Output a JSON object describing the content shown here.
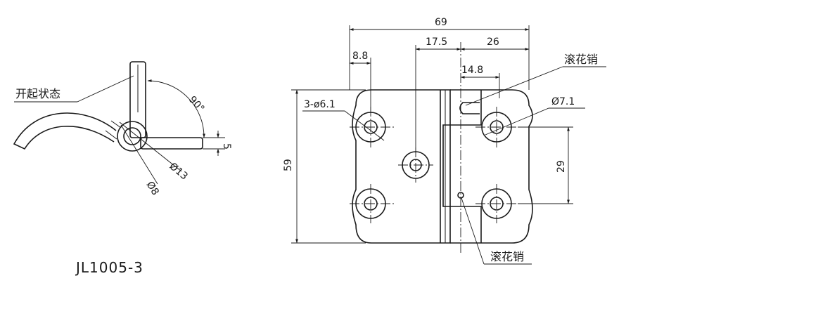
{
  "model": "JL1005-3",
  "side_view": {
    "open_state_label": "开起状态",
    "angle": "90°",
    "dim_thickness": "5",
    "dim_pin_dia": "Ø8",
    "dim_knuckle_dia": "Ø13"
  },
  "front_view": {
    "dim_total_width": "69",
    "dim_hole_offset": "8.8",
    "dim_left_to_axis": "17.5",
    "dim_axis_to_right": "26",
    "dim_pin_offset": "14.8",
    "dim_height": "59",
    "dim_hole_spacing": "29",
    "hole_callout_left": "3-ø6.1",
    "hole_callout_right": "Ø7.1",
    "knurled_pin_top": "滚花销",
    "knurled_pin_bottom": "滚花销"
  }
}
